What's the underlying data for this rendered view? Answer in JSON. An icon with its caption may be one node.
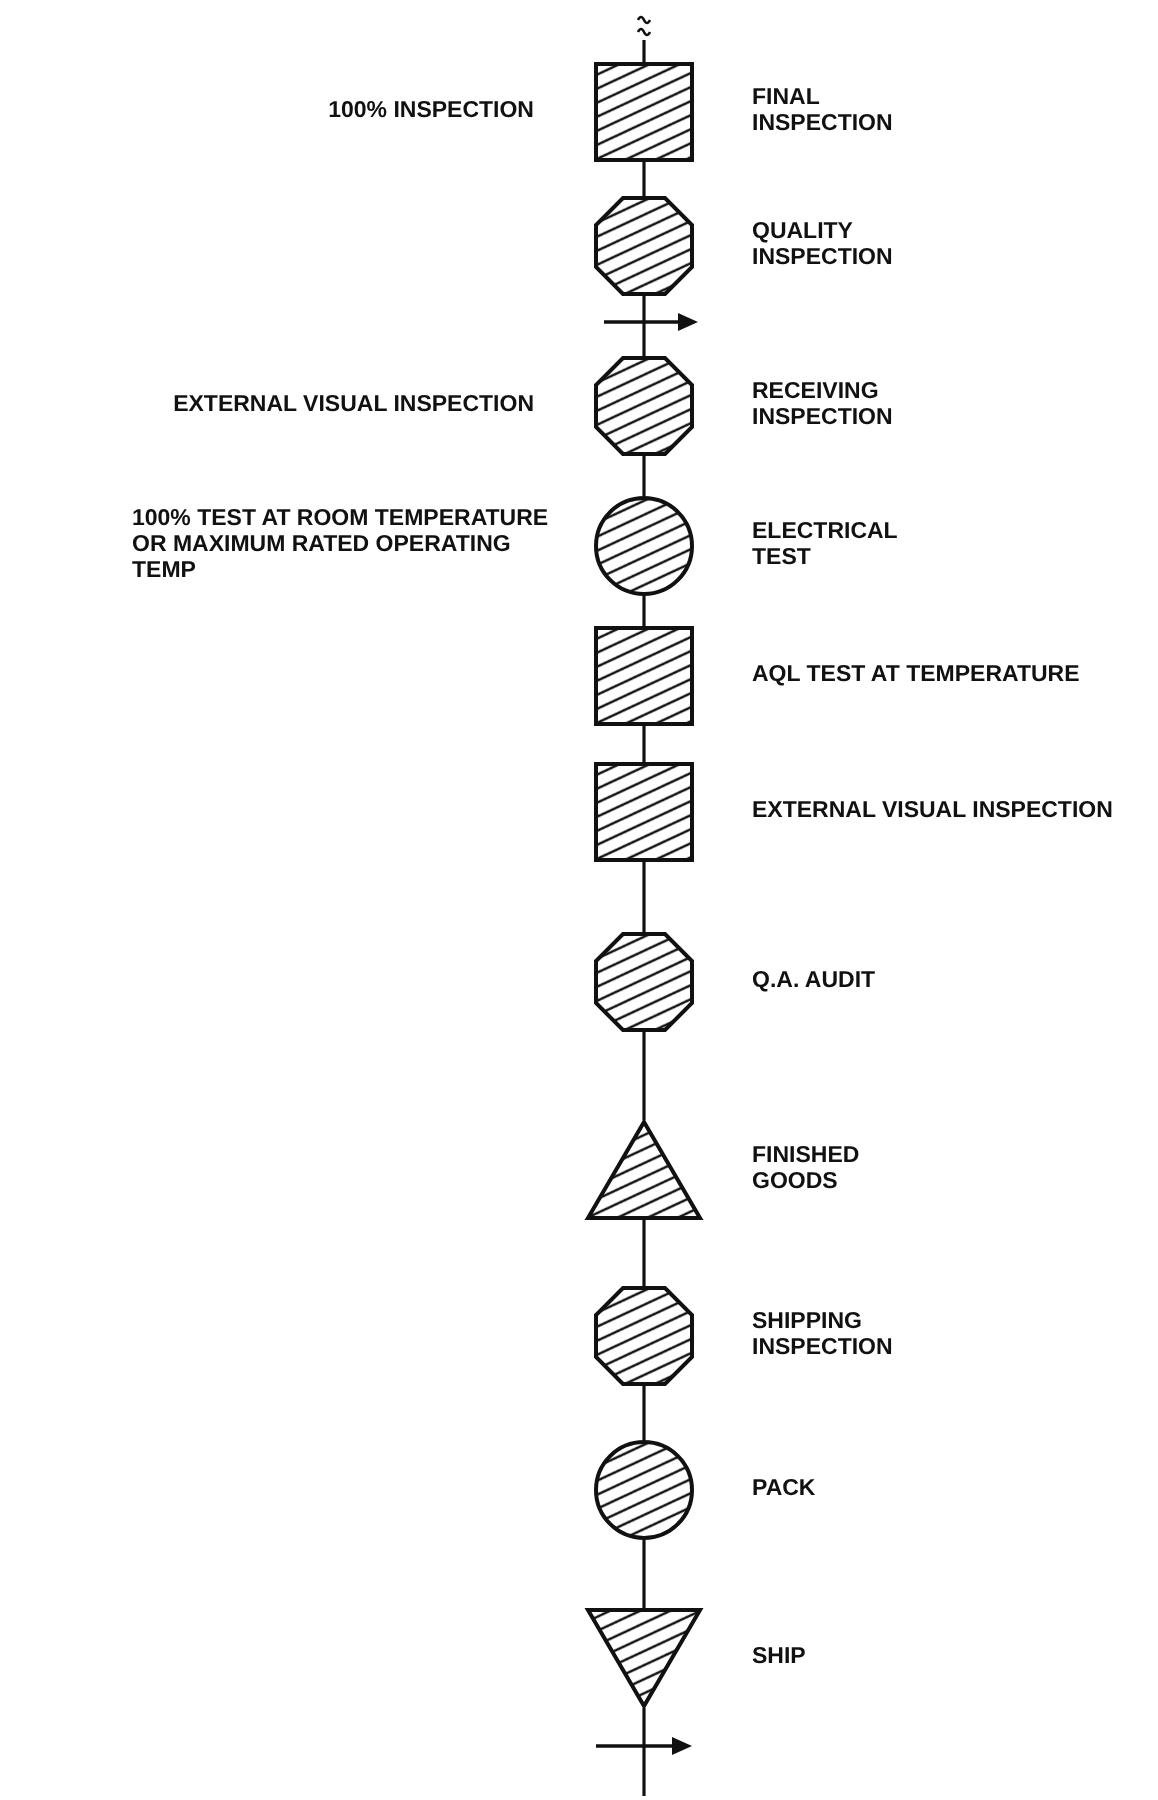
{
  "diagram": {
    "nodes": [
      {
        "text": [],
        "shape": "box",
        "beside": [
          "100% INSPECTION",
          "FINAL INSPECTION"
        ]
      },
      {
        "text": [],
        "shape": "octagon",
        "beside": [
          "QUALITY INSPECTION"
        ]
      },
      {
        "text": [],
        "shape": "octagon",
        "beside": [
          "EXTERNAL VISUAL INSPECTION",
          "RECEIVING INSPECTION"
        ]
      },
      {
        "text": [],
        "shape": "circle",
        "beside": [
          "100% TEST AT ROOM TEMPERATURE OR MAXIMUM RATED OPERATING TEMP",
          "ELECTRICAL TEST"
        ]
      },
      {
        "text": [],
        "shape": "box",
        "beside": [
          "AQL TEST AT TEMPERATURE"
        ]
      },
      {
        "text": [],
        "shape": "box",
        "beside": [
          "EXTERNAL VISUAL INSPECTION"
        ]
      },
      {
        "text": [],
        "shape": "octagon",
        "beside": [
          "Q.A. AUDIT"
        ]
      },
      {
        "text": [],
        "shape": "triangle",
        "beside": [
          "FINISHED GOODS"
        ]
      },
      {
        "text": [],
        "shape": "octagon",
        "beside": [
          "SHIPPING INSPECTION"
        ]
      },
      {
        "text": [],
        "shape": "circle",
        "beside": [
          "PACK"
        ]
      },
      {
        "text": [],
        "shape": "triangle",
        "beside": [
          "SHIP"
        ]
      }
    ],
    "edges": [
      {
        "from": null,
        "to": 0,
        "arrow": "none"
      },
      {
        "from": 0,
        "to": 1,
        "arrow": "none"
      },
      {
        "from": 1,
        "to": 2,
        "arrow": "none"
      },
      {
        "from": 2,
        "to": 3,
        "arrow": "none"
      },
      {
        "from": 3,
        "to": 4,
        "arrow": "none"
      },
      {
        "from": 4,
        "to": 5,
        "arrow": "none"
      },
      {
        "from": 5,
        "to": 6,
        "arrow": "none"
      },
      {
        "from": 6,
        "to": 7,
        "arrow": "none"
      },
      {
        "from": 7,
        "to": 8,
        "arrow": "none"
      },
      {
        "from": 8,
        "to": 9,
        "arrow": "none"
      },
      {
        "from": 9,
        "to": 10,
        "arrow": "none"
      },
      {
        "from": 10,
        "to": null,
        "arrow": "none"
      }
    ]
  }
}
